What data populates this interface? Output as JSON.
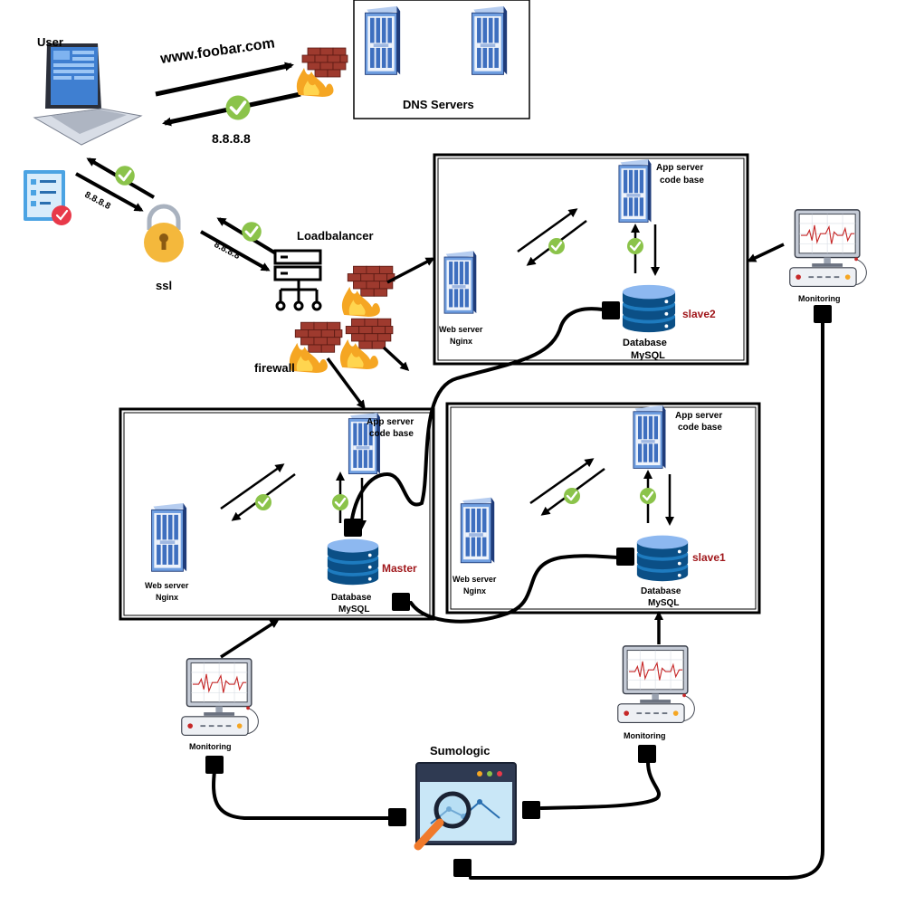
{
  "user": {
    "label": "User"
  },
  "domain": {
    "url": "www.foobar.com",
    "ip": "8.8.8.8"
  },
  "dns": {
    "label": "DNS Servers"
  },
  "ssl": {
    "label": "ssl",
    "ip_a": "8.8.8.8",
    "ip_b": "8.8.8.8"
  },
  "loadbalancer": {
    "label": "Loadbalancer"
  },
  "firewall": {
    "label": "firewall"
  },
  "slave2_box": {
    "app_label_1": "App server",
    "app_label_2": "code base",
    "web_label_1": "Web server",
    "web_label_2": "Nginx",
    "db_label_1": "Database",
    "db_label_2": "MySQL",
    "role": "slave2"
  },
  "master_box": {
    "app_label_1": "App server",
    "app_label_2": "code base",
    "web_label_1": "Web server",
    "web_label_2": "Nginx",
    "db_label_1": "Database",
    "db_label_2": "MySQL",
    "role": "Master"
  },
  "slave1_box": {
    "app_label_1": "App server",
    "app_label_2": "code base",
    "web_label_1": "Web server",
    "web_label_2": "Nginx",
    "db_label_1": "Database",
    "db_label_2": "MySQL",
    "role": "slave1"
  },
  "monitoring": {
    "right": "Monitoring",
    "left": "Monitoring",
    "middle": "Monitoring"
  },
  "sumologic": {
    "label": "Sumologic"
  },
  "colors": {
    "server": "#5b8fd6",
    "db": "#1e7bbf",
    "check": "#8bc34a",
    "fire": "#f5a623",
    "brick": "#9e3a2e",
    "role": "#a0171b"
  }
}
